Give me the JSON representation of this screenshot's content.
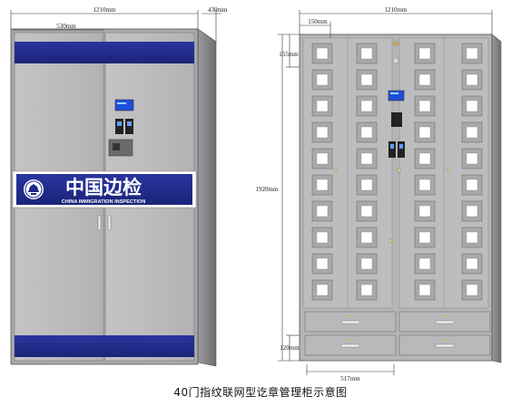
{
  "left_cabinet": {
    "dim_width": "1210mm",
    "dim_depth": "430mm",
    "dim_door_width": "530mm",
    "logo_chinese": "中国边检",
    "logo_english": "CHINA IMMIGRATION INSPECTION"
  },
  "right_cabinet": {
    "dim_width": "1210mm",
    "dim_col_width": "150mm",
    "dim_top": "155mm",
    "dim_height": "1920mm",
    "dim_bottom": "120mm",
    "dim_drawer_width": "517mm"
  },
  "colors": {
    "body": "#b9b9bb",
    "side": "#8d8d91",
    "blue_band": "#1e2a8c",
    "door_white": "#ffffff",
    "lcd": "#1d4fd8"
  },
  "caption": "40门指纹联网型讫章管理柜示意图"
}
